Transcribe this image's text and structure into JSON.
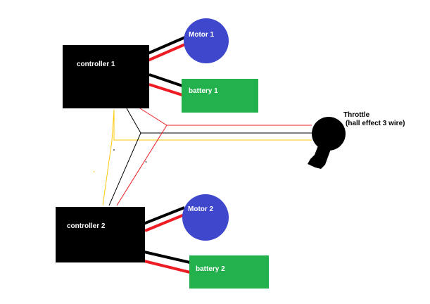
{
  "controllers": [
    {
      "label": "controller 1"
    },
    {
      "label": "controller 2"
    }
  ],
  "motors": [
    {
      "label": "Motor 1"
    },
    {
      "label": "Motor 2"
    }
  ],
  "batteries": [
    {
      "label": "battery 1"
    },
    {
      "label": "battery 2"
    }
  ],
  "throttle": {
    "title": "Throttle",
    "subtitle": "(hall effect 3 wire)"
  },
  "colors": {
    "controller": "#000000",
    "motor": "#3f48cc",
    "battery": "#22b14c",
    "wire_red": "#ed1c24",
    "wire_black": "#000000",
    "wire_yellow": "#ffc90e",
    "background": "#ffffff"
  }
}
